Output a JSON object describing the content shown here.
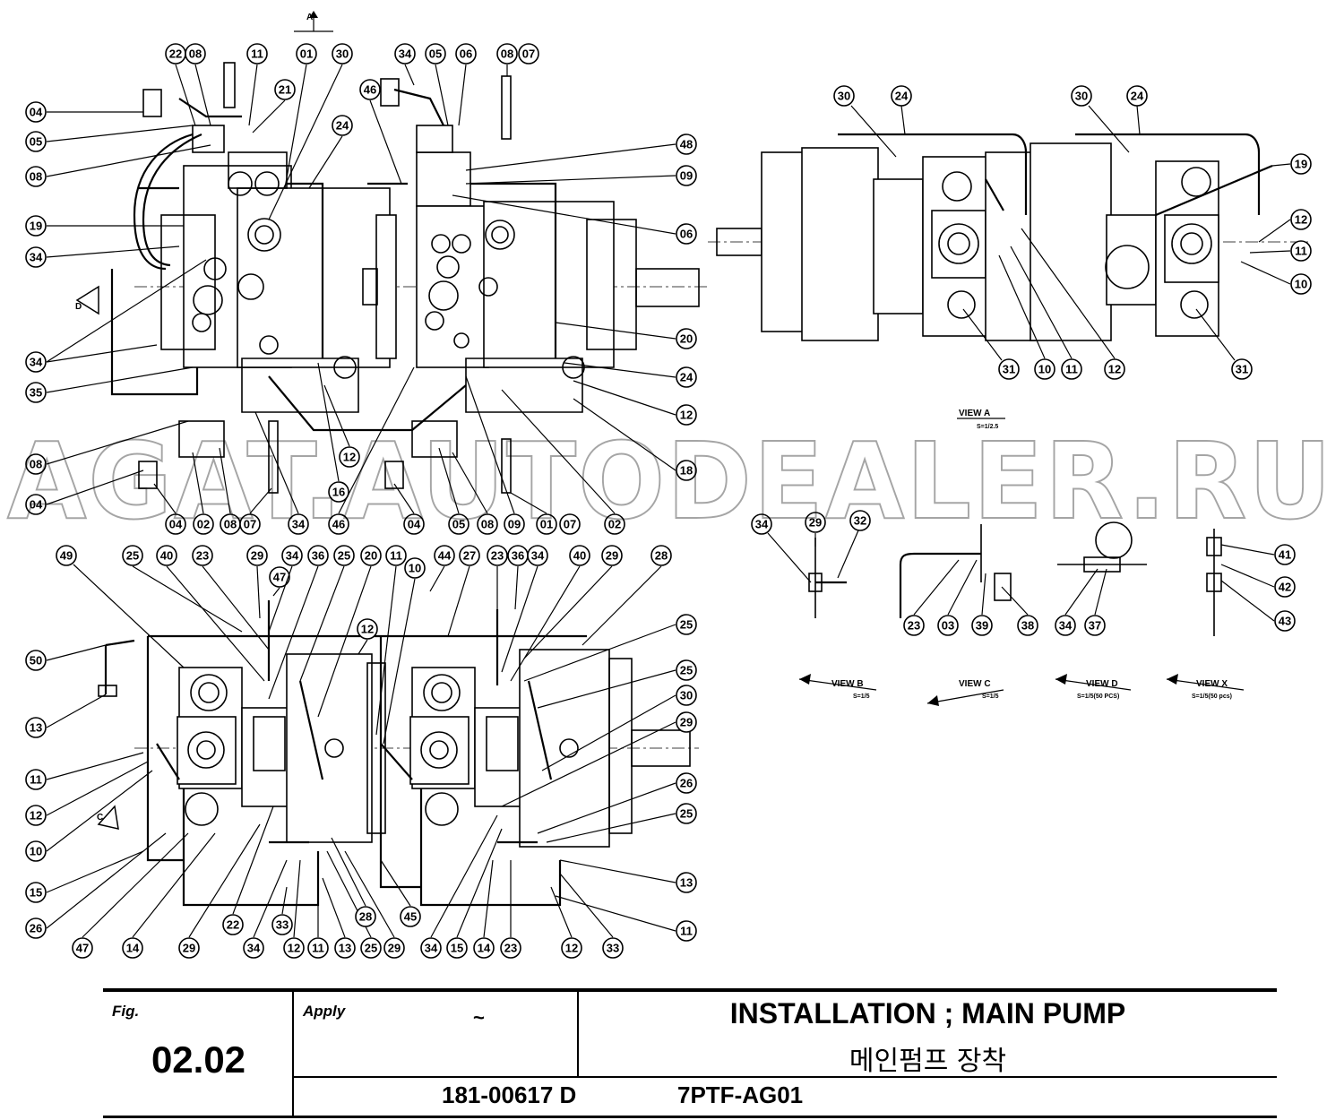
{
  "watermark": "AGAT.AUTODEALER.RU",
  "section_marker": "A",
  "title_block": {
    "fig_label": "Fig.",
    "fig_number": "02.02",
    "apply_label": "Apply",
    "apply_range": "~",
    "title_en": "INSTALLATION ; MAIN PUMP",
    "title_ko": "메인펌프 장착",
    "part_number": "181-00617  D",
    "model_code": "7PTF-AG01"
  },
  "views": {
    "a": {
      "label": "VIEW  A",
      "scale": "S=1/2.5"
    },
    "b": {
      "label": "VIEW  B",
      "scale": "S=1/5"
    },
    "c": {
      "label": "VIEW  C",
      "scale": "S=1/5"
    },
    "d": {
      "label": "VIEW  D",
      "scale": "S=1/5(50 PCS)"
    },
    "x": {
      "label": "VIEW  X",
      "scale": "S=1/5(50 pcs)"
    }
  },
  "markers": {
    "d": "D",
    "c": "C"
  },
  "callouts_top": [
    "22",
    "08",
    "11",
    "01",
    "30",
    "34",
    "05",
    "06",
    "08",
    "07",
    "04",
    "05",
    "08",
    "21",
    "24",
    "46",
    "48",
    "09",
    "06",
    "19",
    "34",
    "34",
    "35",
    "08",
    "04",
    "04",
    "02",
    "08",
    "07",
    "34",
    "46",
    "04",
    "05",
    "08",
    "09",
    "01",
    "07",
    "02",
    "16",
    "12",
    "18",
    "12",
    "24",
    "20"
  ],
  "callouts_view_a": [
    "30",
    "24",
    "30",
    "24",
    "19",
    "12",
    "11",
    "10",
    "31",
    "10",
    "11",
    "12",
    "31"
  ],
  "callouts_bottom": [
    "49",
    "25",
    "40",
    "23",
    "29",
    "47",
    "34",
    "36",
    "25",
    "20",
    "11",
    "10",
    "44",
    "27",
    "23",
    "36",
    "34",
    "40",
    "29",
    "28",
    "12",
    "25",
    "25",
    "30",
    "29",
    "26",
    "25",
    "13",
    "11",
    "50",
    "13",
    "11",
    "12",
    "10",
    "15",
    "26",
    "47",
    "14",
    "29",
    "22",
    "34",
    "33",
    "12",
    "11",
    "13",
    "25",
    "28",
    "29",
    "45",
    "34",
    "15",
    "14",
    "23",
    "12",
    "33"
  ],
  "callouts_views_bcdx": [
    "34",
    "29",
    "32",
    "23",
    "03",
    "39",
    "38",
    "34",
    "37",
    "41",
    "42",
    "43"
  ]
}
